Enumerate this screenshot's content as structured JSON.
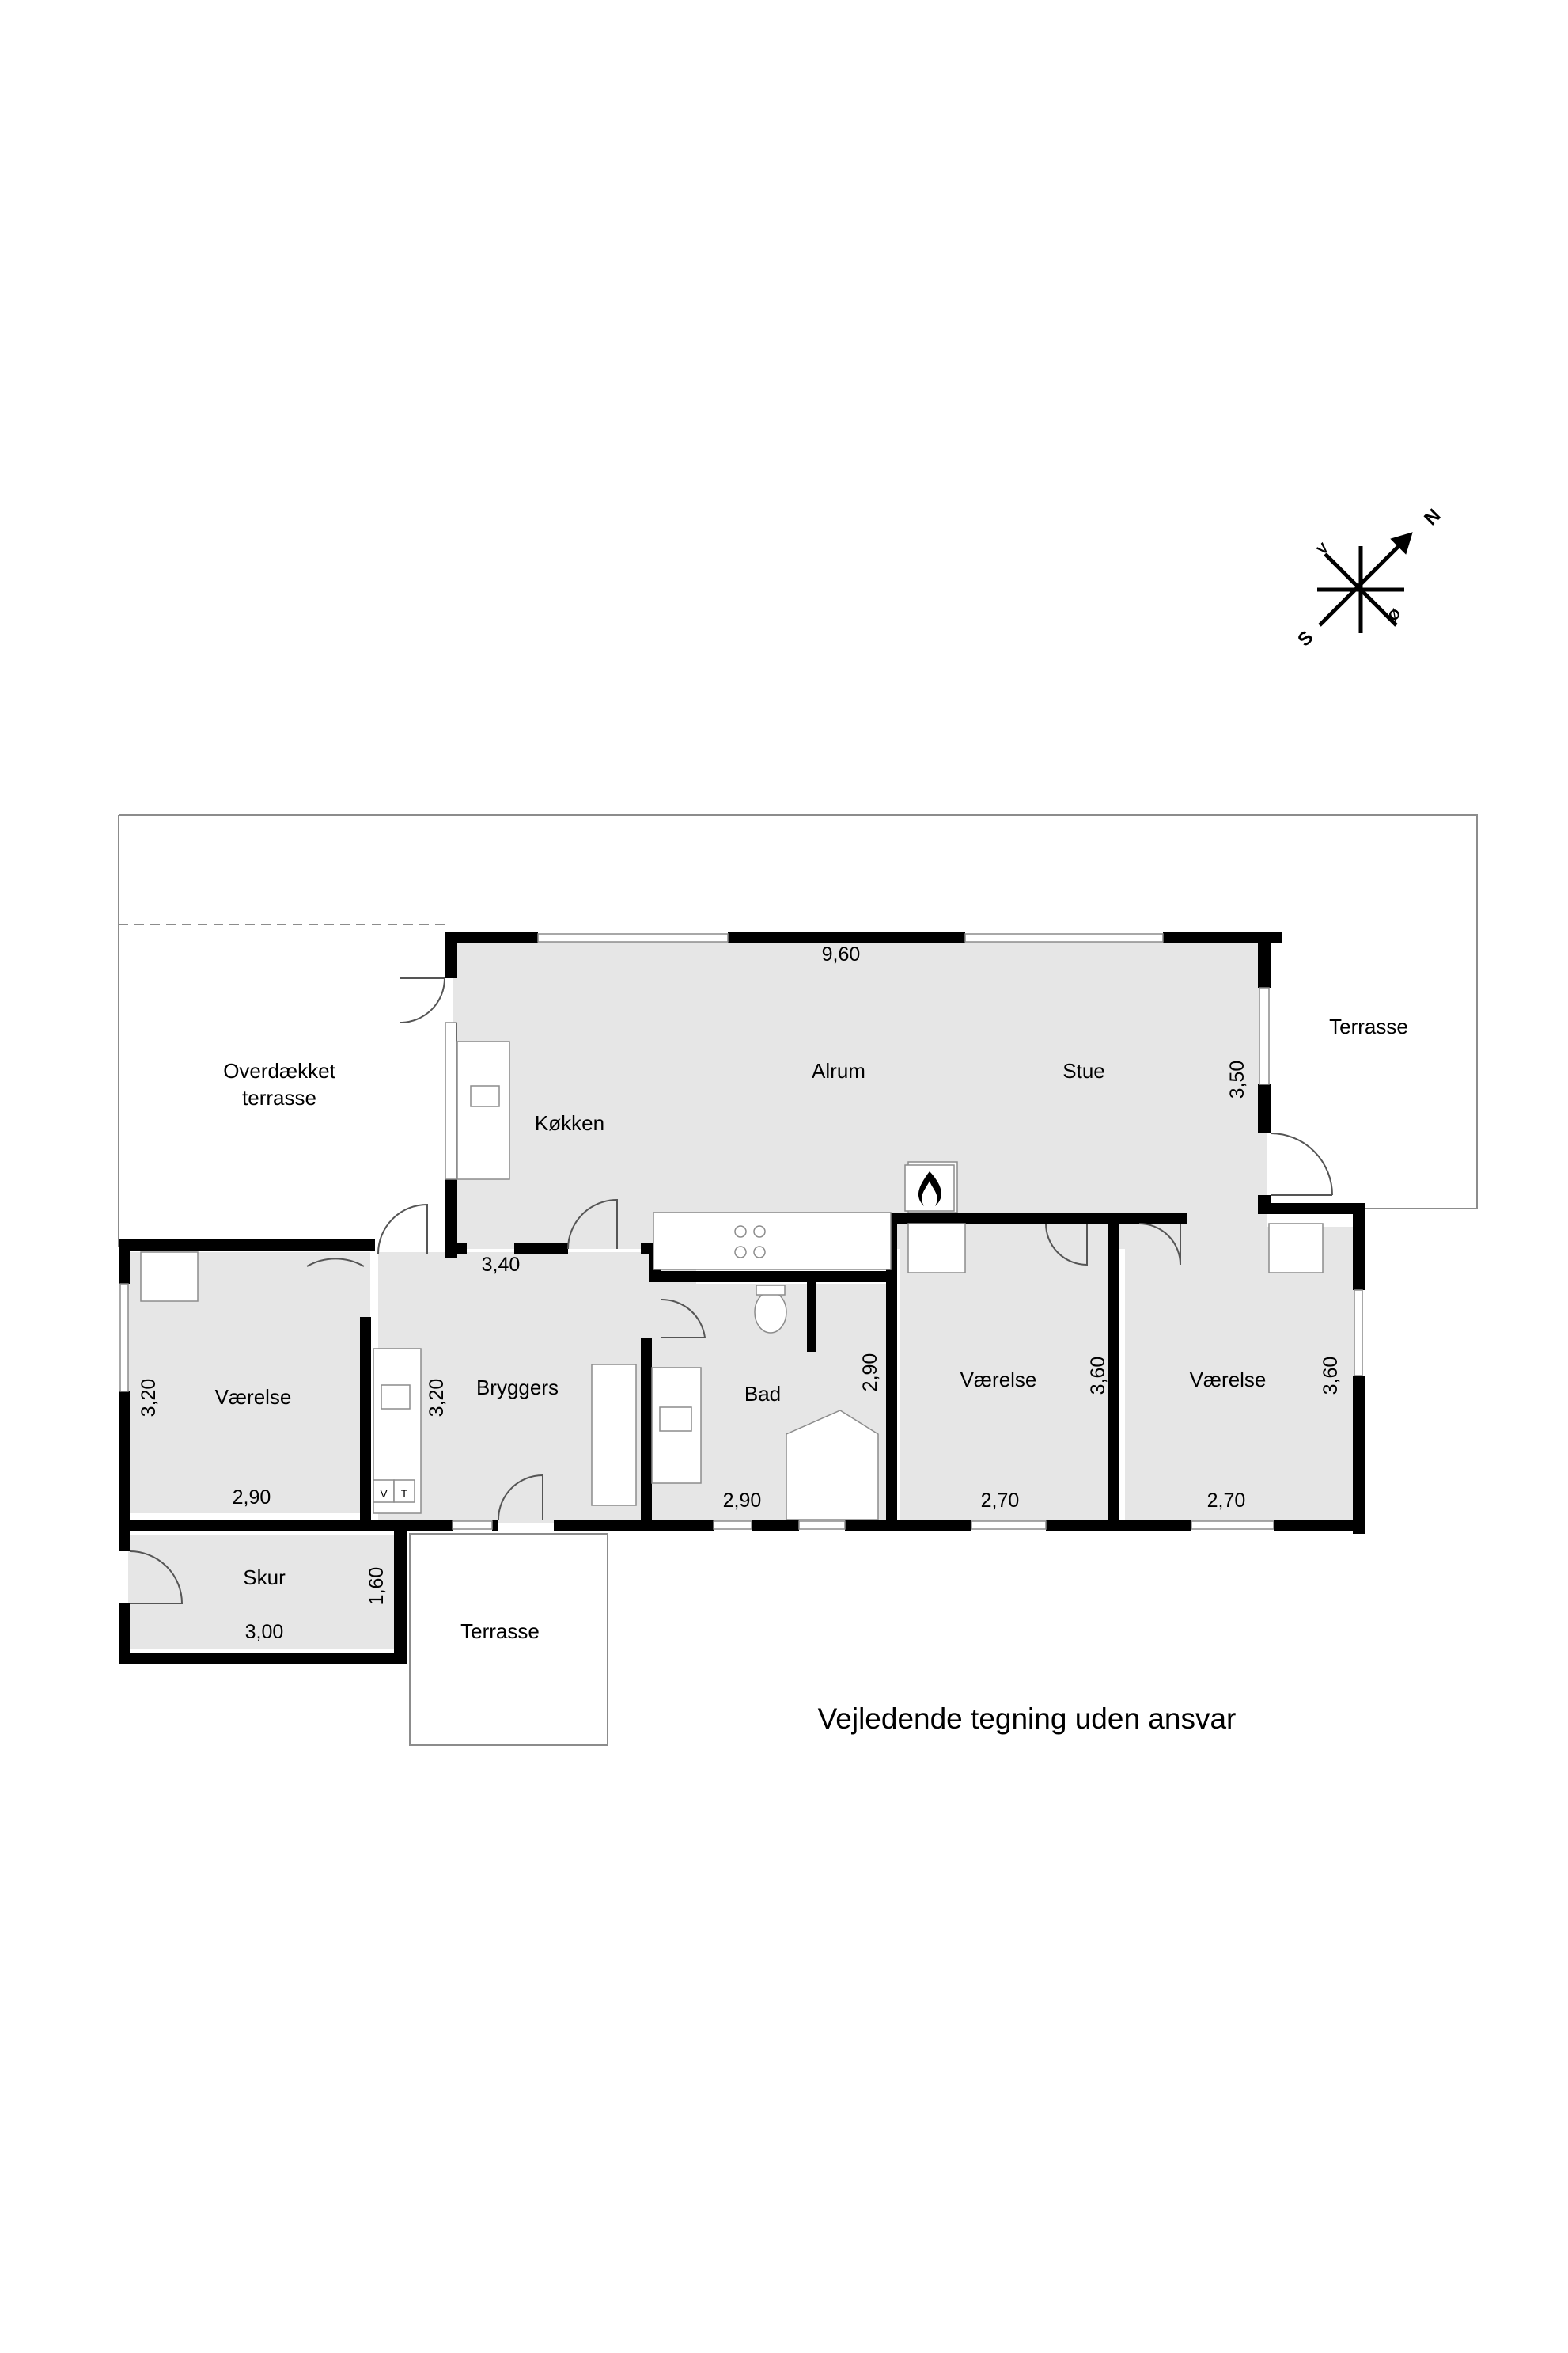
{
  "compass": {
    "north": "N",
    "south": "S",
    "east": "Ø",
    "west": "V"
  },
  "rooms": {
    "overdaekket_line1": "Overdækket",
    "overdaekket_line2": "terrasse",
    "alrum": "Alrum",
    "stue": "Stue",
    "koekken": "Køkken",
    "terrasse_east": "Terrasse",
    "vaerelse_west": "Værelse",
    "bryggers": "Bryggers",
    "bad": "Bad",
    "vaerelse_mid": "Værelse",
    "vaerelse_east": "Værelse",
    "skur": "Skur",
    "terrasse_south": "Terrasse"
  },
  "dimensions": {
    "alrum_width": "9,60",
    "stue_depth": "3,50",
    "koekken_width": "3,40",
    "vaerelse_west_depth": "3,20",
    "vaerelse_west_width": "2,90",
    "bryggers_depth": "3,20",
    "bad_depth": "2,90",
    "bad_width": "2,90",
    "vaerelse_mid_depth": "3,60",
    "vaerelse_mid_width": "2,70",
    "vaerelse_east_depth": "3,60",
    "vaerelse_east_width": "2,70",
    "skur_depth": "1,60",
    "skur_width": "3,00"
  },
  "fixtures": {
    "washer": "V",
    "dryer": "T"
  },
  "note": "Vejledende tegning uden ansvar",
  "colors": {
    "wall": "#000000",
    "floor": "#e6e6e6",
    "outline": "#8c8c8c"
  }
}
